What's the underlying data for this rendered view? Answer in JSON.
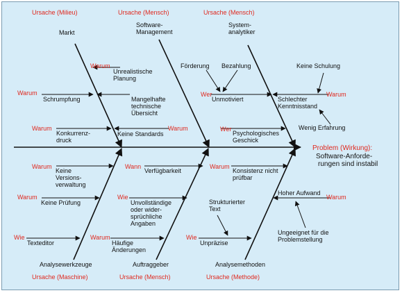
{
  "categories": {
    "top_1": "Ursache (Milieu)",
    "top_2": "Ursache (Mensch)",
    "top_3": "Ursache (Mensch)",
    "bottom_1": "Ursache (Maschine)",
    "bottom_2": "Ursache (Mensch)",
    "bottom_3": "Ursache (Methode)"
  },
  "bones": {
    "markt": "Markt",
    "software_management": [
      "Software-",
      "Management"
    ],
    "systemanalytiker": [
      "System-",
      "analytiker"
    ],
    "analysewerkzeuge": "Analysewerkzeuge",
    "auftraggeber": "Auftraggeber",
    "analysemethoden": "Analysemethoden"
  },
  "effect": {
    "title": "Problem (Wirkung):",
    "lines": [
      "Software-Anforde-",
      "rungen sind instabil"
    ]
  },
  "causes": {
    "schrumpfung": "Schrumpfung",
    "konkurrenzdruck": [
      "Konkurrenz-",
      "druck"
    ],
    "unrealistische_planung": [
      "Unrealistische",
      "Planung"
    ],
    "mangelhafte_uebersicht": [
      "Mangelhafte",
      "technische",
      "Übersicht"
    ],
    "keine_standards": "Keine Standards",
    "foerderung": "Förderung",
    "bezahlung": "Bezahlung",
    "unmotiviert": "Unmotiviert",
    "psychologisches_geschick": [
      "Psychologisches",
      "Geschick"
    ],
    "keine_schulung": "Keine Schulung",
    "schlechter_kenntnisstand": [
      "Schlechter",
      "Kenntnisstand"
    ],
    "wenig_erfahrung": "Wenig Erfahrung",
    "keine_versionsverwaltung": [
      "Keine",
      "Versions-",
      "verwaltung"
    ],
    "keine_pruefung": "Keine Prüfung",
    "texteditor": "Texteditor",
    "verfuegbarkeit": "Verfügbarkeit",
    "unvollstaendige_angaben": [
      "Unvollständige",
      "oder wider-",
      "sprüchliche",
      "Angaben"
    ],
    "haeufige_aenderungen": [
      "Häufige",
      "Änderungen"
    ],
    "konsistenz_nicht_pruefbar": [
      "Konsistenz nicht",
      "prüfbar"
    ],
    "strukturierter_text": [
      "Strukturierter",
      "Text"
    ],
    "unpraezise": "Unpräzise",
    "hoher_aufwand": "Hoher Aufwand",
    "ungeeignet_problemstellung": [
      "Ungeeignet für die",
      "Problemstellung"
    ]
  },
  "questions": {
    "warum": "Warum",
    "wer": "Wer",
    "wann": "Wann",
    "wie": "Wie"
  },
  "colors": {
    "background": "#d6ecf8",
    "question_red": "#e0281e",
    "line": "#111111"
  }
}
